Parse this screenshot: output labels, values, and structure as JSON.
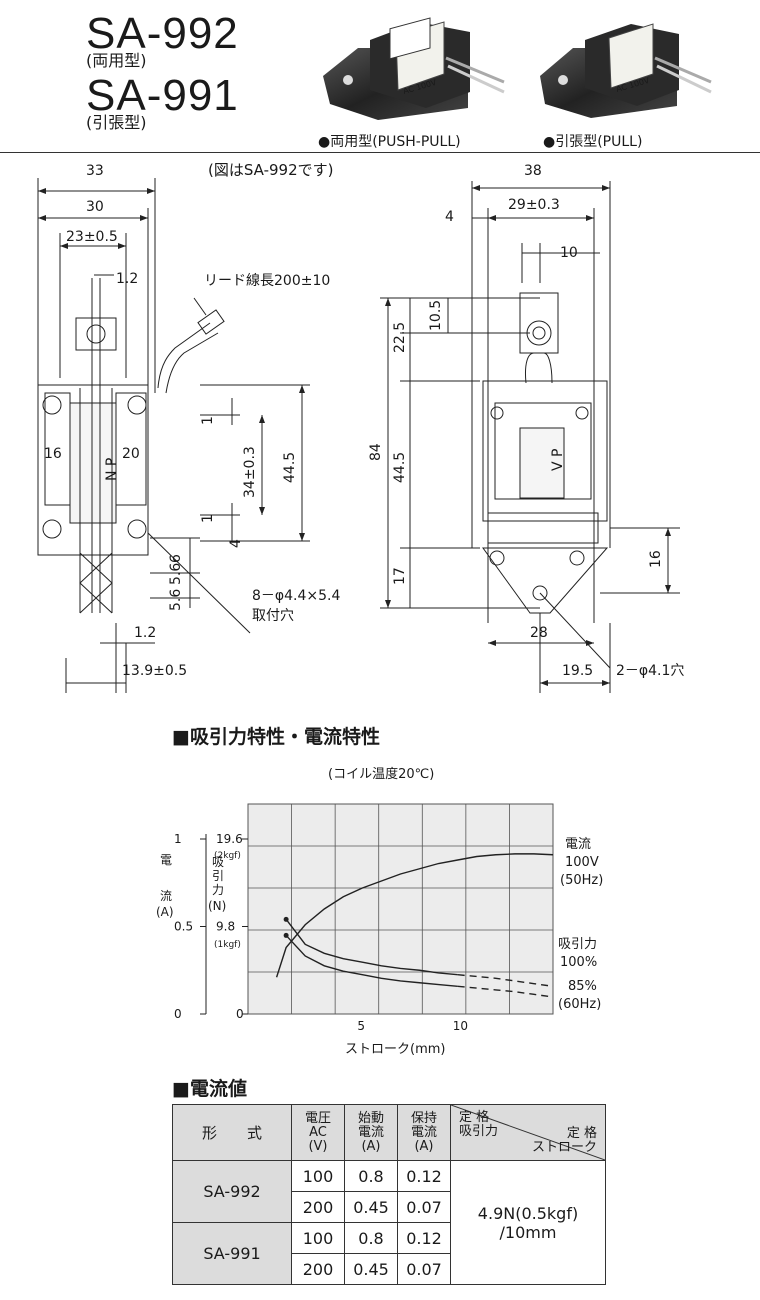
{
  "header": {
    "model_a": "SA-992",
    "model_a_type": "(両用型)",
    "model_b": "SA-991",
    "model_b_type": "(引張型)",
    "caption_a": "●両用型(PUSH-PULL)",
    "caption_b": "●引張型(PULL)",
    "product_label_a": "AC 100V",
    "product_label_b": "AC 100V"
  },
  "drawing": {
    "note": "(図はSA-992です)",
    "left": {
      "dims": [
        "33",
        "30",
        "23±0.5",
        "1.2",
        "16",
        "20",
        "1",
        "34±0.3",
        "44.5",
        "1",
        "4",
        "6",
        "5.6",
        "5.6",
        "1.2",
        "13.9±0.5"
      ],
      "lead": "リード線長200±10",
      "hole_note_1": "8－φ4.4×5.4",
      "hole_note_2": "取付穴",
      "coil_label": "N P"
    },
    "right": {
      "dims": [
        "38",
        "4",
        "29±0.3",
        "10",
        "10.5",
        "22.5",
        "84",
        "44.5",
        "17",
        "16",
        "28",
        "19.5"
      ],
      "hole_note": "2－φ4.1穴",
      "coil_label": "V P"
    }
  },
  "chart_section": {
    "title": "■吸引力特性・電流特性"
  },
  "chart_data": {
    "type": "line",
    "title": "(コイル温度20℃)",
    "xlabel": "ストローク(mm)",
    "ylabel_left": "電流(A)",
    "ylabel_right": "吸引力(N)",
    "x_ticks": [
      "5",
      "10"
    ],
    "y_left_ticks": [
      "0",
      "0.5",
      "1"
    ],
    "y_right_ticks": [
      "0",
      "9.8",
      "19.6"
    ],
    "y_right_tick_notes": [
      "(1kgf)",
      "(2kgf)"
    ],
    "xlim": [
      -1,
      15
    ],
    "ylim_current": [
      0,
      1.2
    ],
    "ylim_force": [
      0,
      23.52
    ],
    "grid": true,
    "series": [
      {
        "name": "電流 100V (50Hz)",
        "axis": "current",
        "x": [
          0.5,
          1,
          2,
          3,
          4,
          5,
          6,
          7,
          8,
          9,
          10,
          11,
          12,
          13,
          14,
          15
        ],
        "y": [
          0.21,
          0.38,
          0.51,
          0.6,
          0.67,
          0.72,
          0.76,
          0.8,
          0.83,
          0.86,
          0.88,
          0.9,
          0.91,
          0.915,
          0.915,
          0.91
        ]
      },
      {
        "name": "吸引力 100%",
        "axis": "force",
        "x": [
          1,
          2,
          3,
          4,
          5,
          6,
          7,
          8,
          9,
          10,
          11,
          12,
          13,
          14,
          15
        ],
        "y": [
          10.6,
          7.8,
          6.8,
          6.2,
          5.8,
          5.4,
          5.1,
          4.9,
          4.6,
          4.4,
          4.2,
          4.0,
          3.7,
          3.4,
          3.1
        ]
      },
      {
        "name": "85% (60Hz)",
        "axis": "force",
        "x": [
          1,
          2,
          3,
          4,
          5,
          6,
          7,
          8,
          9,
          10,
          11,
          12,
          13,
          14,
          15
        ],
        "y": [
          8.8,
          6.5,
          5.4,
          4.8,
          4.4,
          4.0,
          3.7,
          3.5,
          3.3,
          3.1,
          2.9,
          2.7,
          2.5,
          2.2,
          1.9
        ]
      }
    ],
    "dashed_from_x": 10,
    "legend_labels": [
      "電流",
      "100V",
      "(50Hz)",
      "吸引力",
      "100%",
      "85%",
      "(60Hz)"
    ],
    "left_axis_chars": [
      "電",
      "流",
      "(A)"
    ],
    "right_axis_chars": [
      "吸",
      "引",
      "力",
      "(N)"
    ]
  },
  "current_section": {
    "title": "■電流値"
  },
  "current_table": {
    "headers": {
      "model": "形　　式",
      "voltage": [
        "電圧",
        "AC",
        "(V)"
      ],
      "start": [
        "始動",
        "電流",
        "(A)"
      ],
      "hold": [
        "保持",
        "電流",
        "(A)"
      ],
      "rated_force": [
        "定 格",
        "吸引力"
      ],
      "rated_stroke": [
        "定 格",
        "ストローク"
      ]
    },
    "rows": [
      {
        "model": "SA-992",
        "voltage": "100",
        "start": "0.8",
        "hold": "0.12"
      },
      {
        "model": "",
        "voltage": "200",
        "start": "0.45",
        "hold": "0.07"
      },
      {
        "model": "SA-991",
        "voltage": "100",
        "start": "0.8",
        "hold": "0.12"
      },
      {
        "model": "",
        "voltage": "200",
        "start": "0.45",
        "hold": "0.07"
      }
    ],
    "rated_value_1": "4.9N(0.5kgf)",
    "rated_value_2": "/10mm"
  }
}
